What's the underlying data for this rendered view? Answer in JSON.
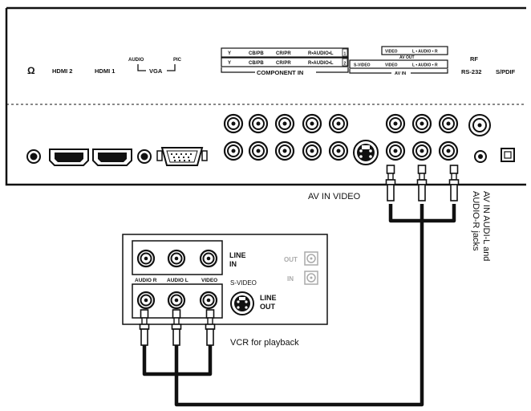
{
  "tv_panel": {
    "ports_top": {
      "headphone": "Ω",
      "hdmi2": "HDMI 2",
      "hdmi1": "HDMI 1",
      "audio": "AUDIO",
      "pic": "PIC",
      "vga": "VGA",
      "rf": "RF",
      "rs232": "RS-232",
      "spdif": "S/PDIF"
    },
    "component": {
      "row1": [
        "Y",
        "CB/PB",
        "CR/PR",
        "R•AUDIO•L"
      ],
      "row2": [
        "Y",
        "CB/PB",
        "CR/PR",
        "R•AUDIO•L"
      ],
      "title": "COMPONENT IN",
      "num1": "1",
      "num2": "2"
    },
    "av_out": {
      "video": "VIDEO",
      "audio": "L • AUDIO • R",
      "title": "AV OUT"
    },
    "av_in": {
      "svideo": "S-VIDEO",
      "video": "VIDEO",
      "audio": "L • AUDIO • R",
      "title": "AV IN"
    }
  },
  "vcr": {
    "line_in": "LINE\nIN",
    "line_out": "LINE\nOUT",
    "out": "OUT",
    "in": "IN",
    "audio_r": "AUDIO R",
    "audio_l": "AUDIO L",
    "video": "VIDEO",
    "svideo": "S-VIDEO"
  },
  "captions": {
    "av_in_video": "AV IN VIDEO",
    "av_in_audio": "AV IN AUDI-L and AUDIO-R jacks",
    "vcr_playback": "VCR for playback"
  },
  "colors": {
    "line": "#111111",
    "panel": "#ffffff"
  }
}
